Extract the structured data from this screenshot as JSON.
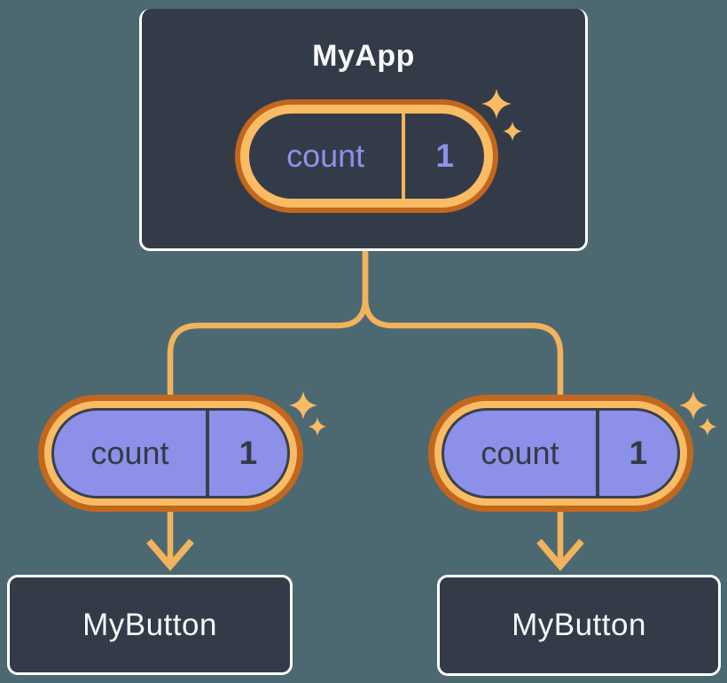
{
  "diagram": {
    "description": "React component tree: MyApp root holding count state, passed down to two MyButton children",
    "root": {
      "title": "MyApp",
      "state": {
        "label": "count",
        "value": "1"
      }
    },
    "children": [
      {
        "title": "MyButton",
        "state": {
          "label": "count",
          "value": "1"
        }
      },
      {
        "title": "MyButton",
        "state": {
          "label": "count",
          "value": "1"
        }
      }
    ]
  },
  "colors": {
    "background": "#4C6972",
    "node_background": "#343B48",
    "node_border": "#FFFFFF",
    "state_ring_outer": "#C2671D",
    "state_ring_inner": "#F9BC64",
    "connector": "#F3B25C",
    "sparkle": "#F7BB63",
    "state_fill_child": "#8C90E8",
    "state_text_root": "#8A92E8",
    "state_text_child": "#333A46",
    "title_text": "#F6F8FA"
  }
}
